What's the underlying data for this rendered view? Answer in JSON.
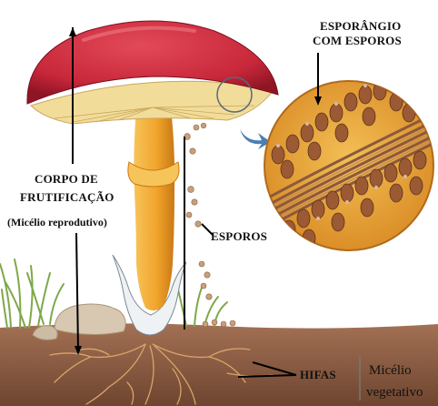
{
  "labels": {
    "sporangium_line1": "ESPORÂNGIO",
    "sporangium_line2": "COM ESPOROS",
    "fruiting_line1": "CORPO DE",
    "fruiting_line2": "FRUTIFICAÇÃO",
    "fruiting_note": "(Micélio reprodutivo)",
    "spores": "ESPOROS",
    "hyphae": "HIFAS",
    "vegetative_line1": "Micélio",
    "vegetative_line2": "vegetativo"
  },
  "colors": {
    "cap": "#c8283a",
    "gills": "#f2dc9a",
    "stem": "#f1a52c",
    "soil": "#8a5a3c",
    "hyphae": "#d9a46a",
    "magnifier_bg": "#e8a23a",
    "sporangium": "#9b5a34",
    "grass": "#7fa84a",
    "arrow": "#4a7fb5"
  }
}
